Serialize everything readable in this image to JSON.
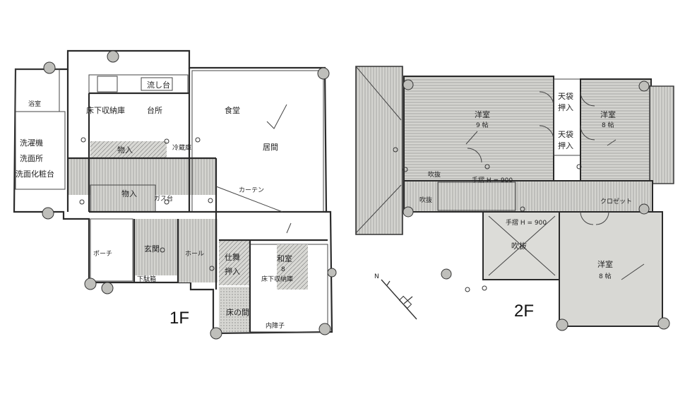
{
  "floors": [
    {
      "label": "1F"
    },
    {
      "label": "2F"
    }
  ],
  "rooms_1f": {
    "sink": "流し台",
    "storage_floor": "床下収納庫",
    "kitchen": "台所",
    "dining": "食堂",
    "living": "居間",
    "washroom": "洗濯機",
    "washbasin1": "洗面所",
    "washbasin2": "洗面化粧台",
    "closet1": "物入",
    "fridge": "冷蔵庫",
    "closet2": "物入",
    "range": "ガス台",
    "curtain": "カーテン",
    "entrance": "玄関",
    "shoebox": "下駄箱",
    "hall": "ホール",
    "closet3": "仕舞",
    "closet3b": "押入",
    "japanese_room": "和室",
    "japanese_size": "8",
    "floor_storage": "床下収納庫",
    "alcove": "床の間",
    "inner_shoji": "内障子",
    "bath": "浴室",
    "porch": "ポーチ"
  },
  "rooms_2f": {
    "western_room1": "洋室",
    "western_room1_size": "9 帖",
    "storage1": "天袋",
    "storage1b": "押入",
    "storage2": "天袋",
    "storage2b": "押入",
    "western_room2": "洋室",
    "western_room2_size": "8 帖",
    "handrail1": "手摺 H = 900",
    "closet": "クロゼット",
    "void": "吹抜",
    "handrail2": "手摺 H = 900",
    "void2": "吹抜",
    "western_room3": "洋室",
    "western_room3_size": "8 帖",
    "stair_small": "吹抜"
  },
  "north_marker": "N",
  "colors": {
    "paper": "#dcdcd8",
    "ink": "#2a2a2a",
    "background": "#ffffff"
  }
}
